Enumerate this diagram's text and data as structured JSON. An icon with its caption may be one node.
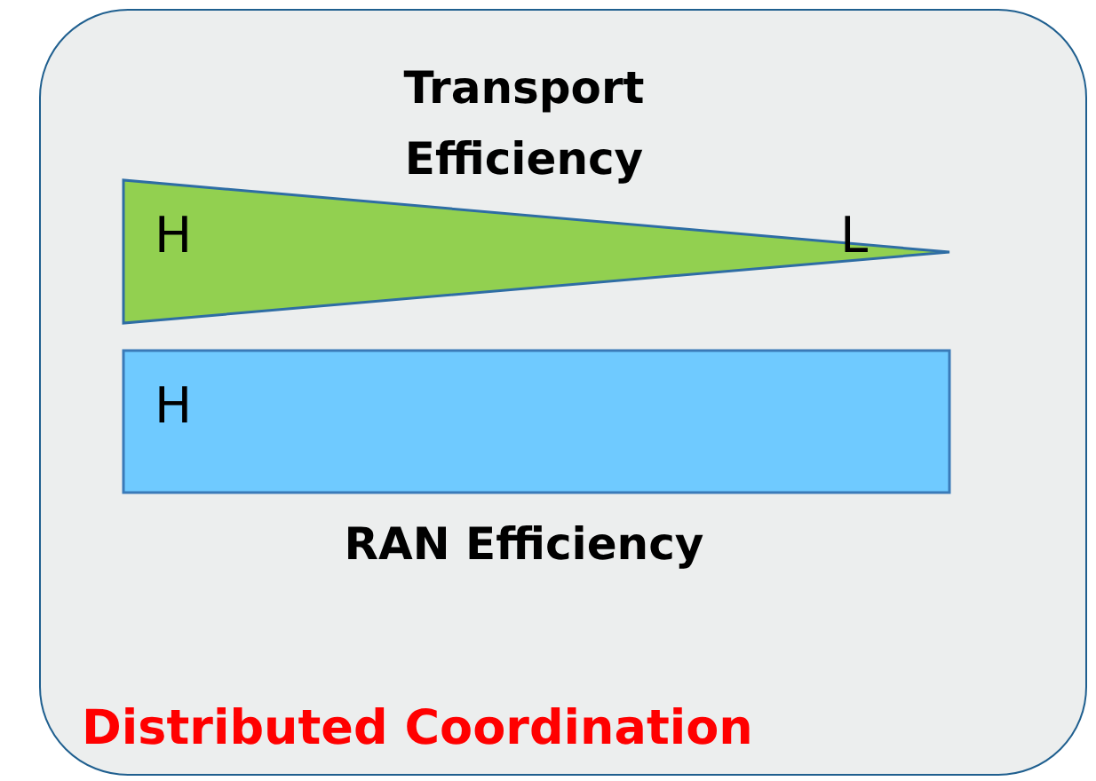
{
  "diagram": {
    "nodes": [
      {
        "text": [
          "Distributed Coordination"
        ]
      },
      {
        "text": [
          "H",
          "L"
        ],
        "in": 0,
        "beside": [
          "Transport Efficiency"
        ]
      },
      {
        "text": [
          "H"
        ],
        "in": 0,
        "beside": [
          "RAN Efficiency"
        ]
      }
    ]
  }
}
